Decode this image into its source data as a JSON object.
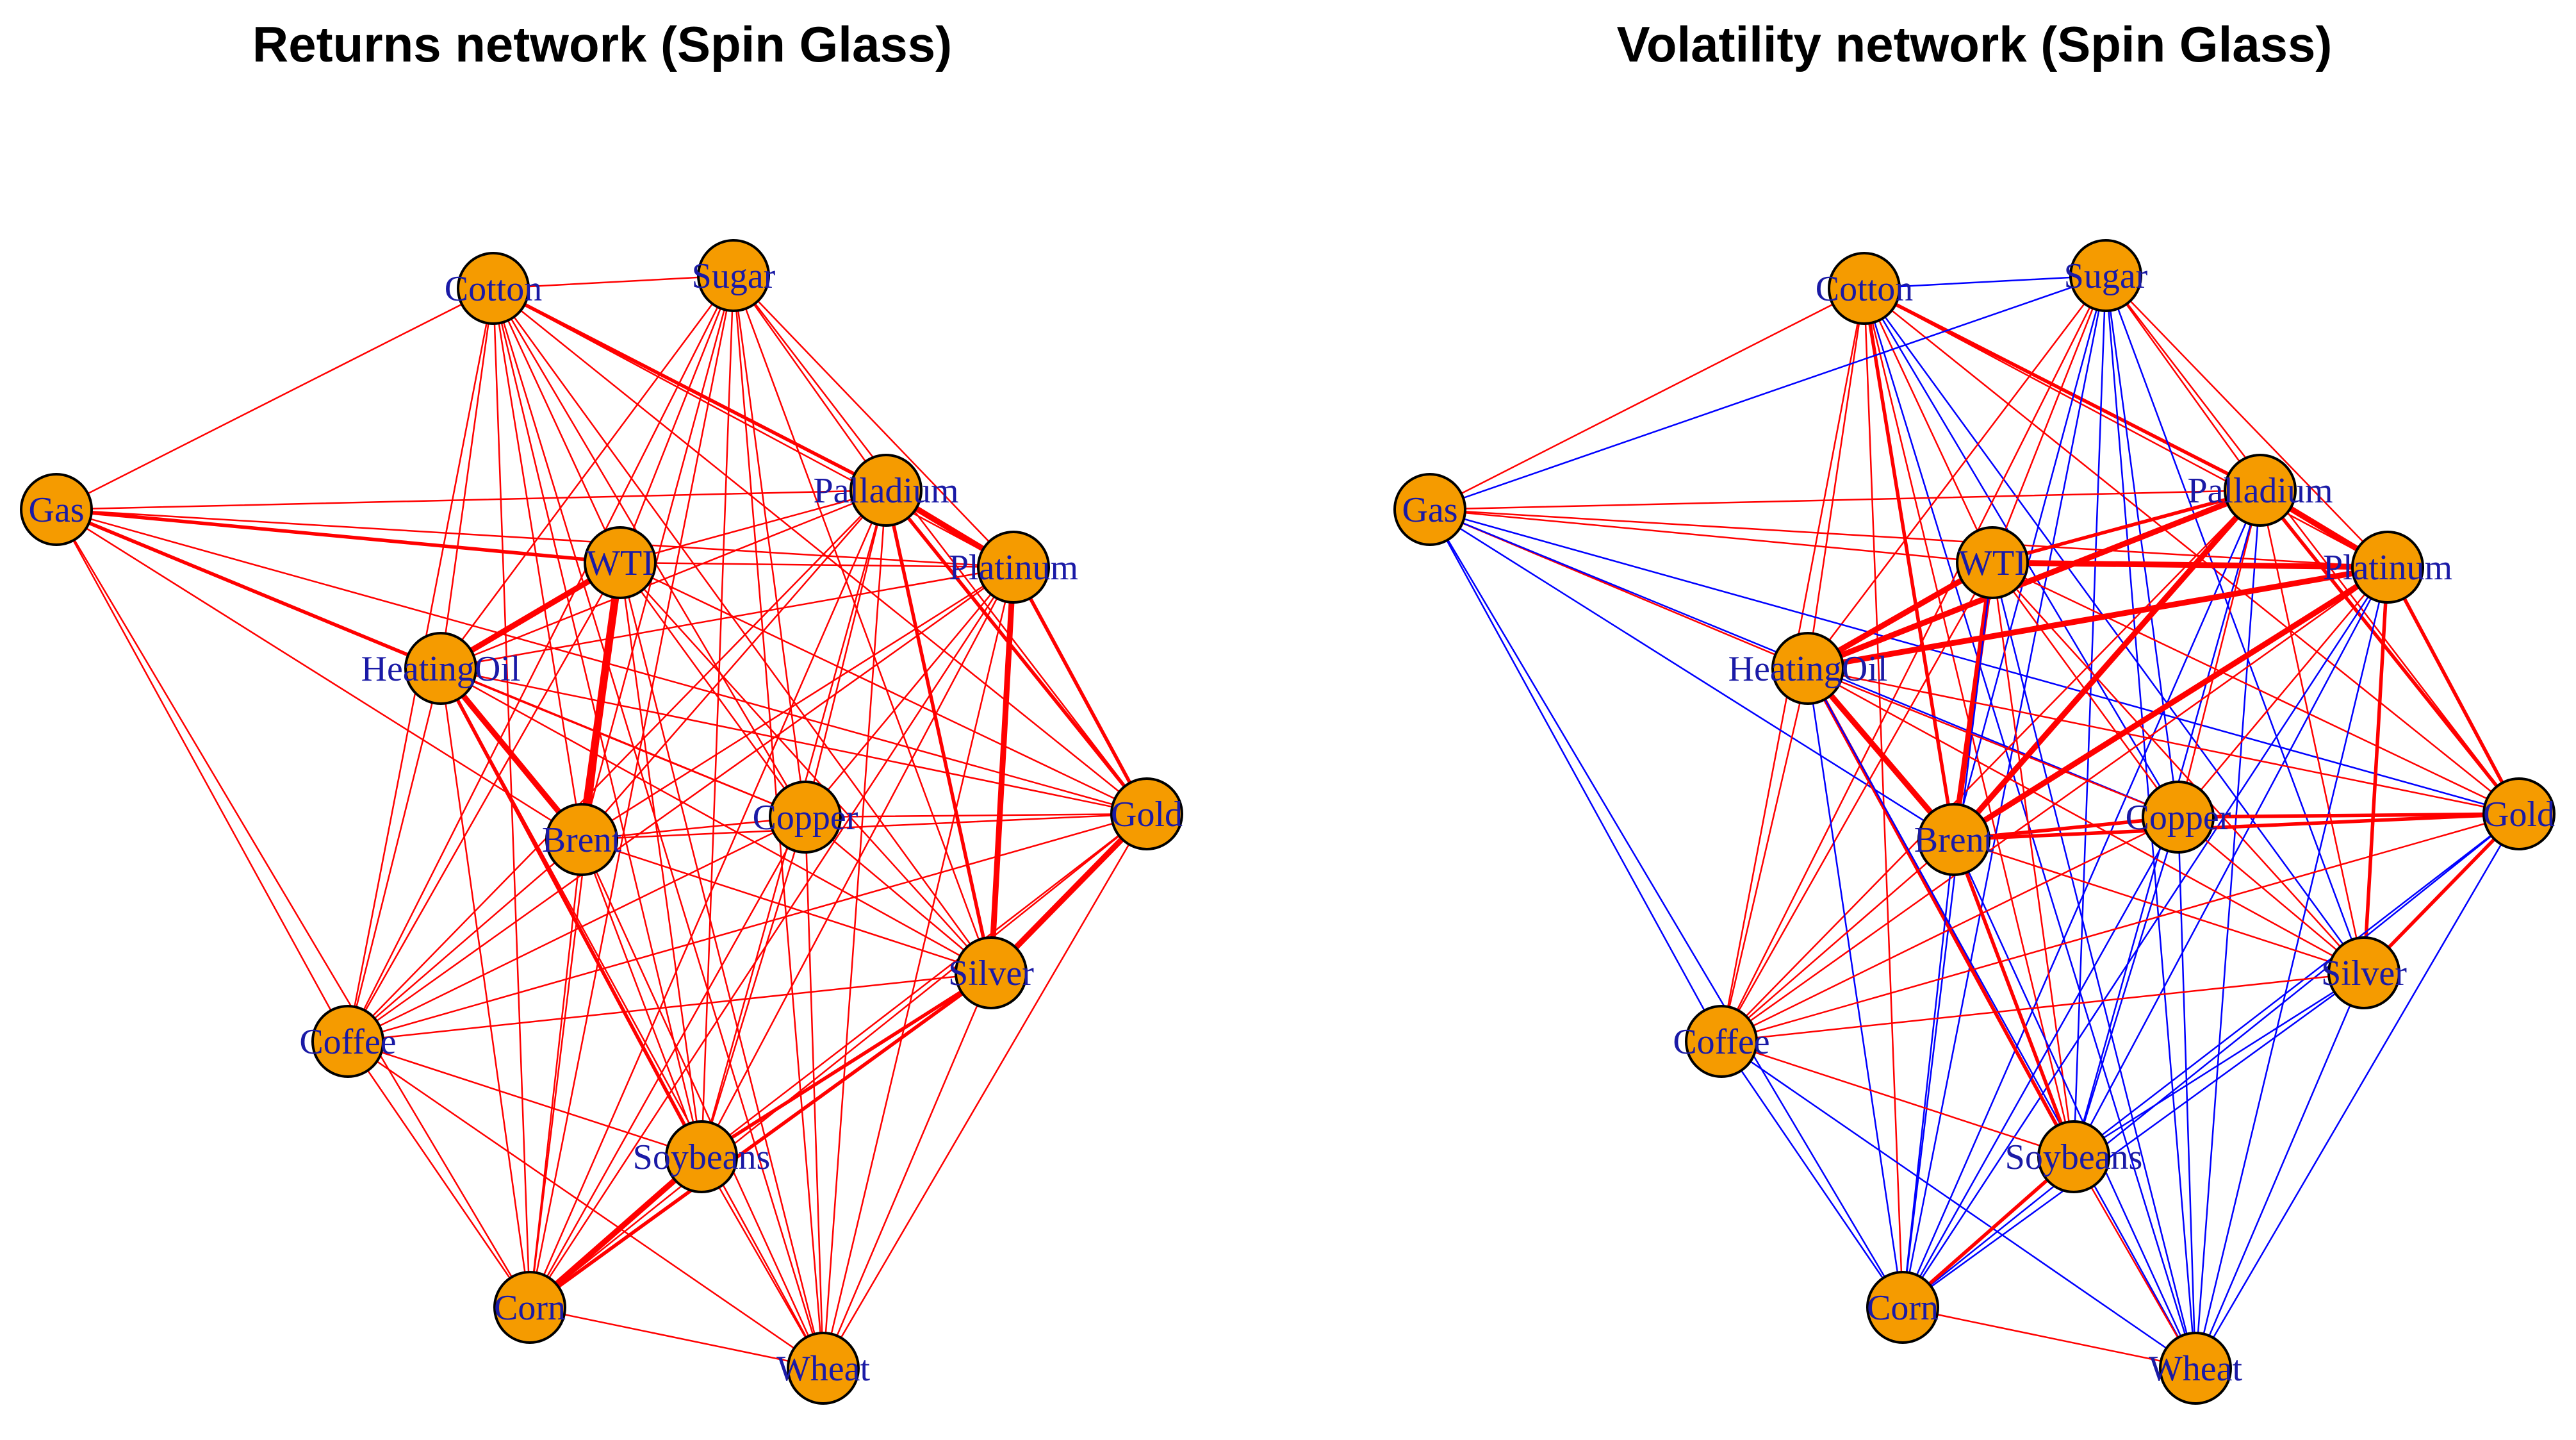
{
  "colors": {
    "positive_edge": "#ff0000",
    "negative_edge": "#0000ff",
    "node_fill": "#f59b00",
    "label": "#1a1aa6"
  },
  "networks": [
    {
      "title": "Returns network (Spin Glass)",
      "nodes": [
        "Cotton",
        "Sugar",
        "Gas",
        "Palladium",
        "WTI",
        "Platinum",
        "HeatingOil",
        "Brent",
        "Copper",
        "Gold",
        "Silver",
        "Coffee",
        "Soybeans",
        "Corn",
        "Wheat"
      ],
      "edges": [
        [
          "Cotton",
          "Sugar",
          1,
          1
        ],
        [
          "Cotton",
          "Gas",
          1,
          1
        ],
        [
          "Cotton",
          "Palladium",
          1,
          2
        ],
        [
          "Cotton",
          "WTI",
          1,
          1
        ],
        [
          "Cotton",
          "Platinum",
          1,
          1
        ],
        [
          "Cotton",
          "HeatingOil",
          1,
          1
        ],
        [
          "Cotton",
          "Brent",
          1,
          1
        ],
        [
          "Cotton",
          "Copper",
          1,
          1
        ],
        [
          "Cotton",
          "Gold",
          1,
          1
        ],
        [
          "Cotton",
          "Silver",
          1,
          1
        ],
        [
          "Cotton",
          "Coffee",
          1,
          1
        ],
        [
          "Cotton",
          "Soybeans",
          1,
          1
        ],
        [
          "Cotton",
          "Corn",
          1,
          1
        ],
        [
          "Cotton",
          "Wheat",
          1,
          1
        ],
        [
          "Sugar",
          "Palladium",
          1,
          1
        ],
        [
          "Sugar",
          "WTI",
          1,
          1
        ],
        [
          "Sugar",
          "Platinum",
          1,
          1
        ],
        [
          "Sugar",
          "HeatingOil",
          1,
          1
        ],
        [
          "Sugar",
          "Brent",
          1,
          1
        ],
        [
          "Sugar",
          "Copper",
          1,
          1
        ],
        [
          "Sugar",
          "Gold",
          1,
          1
        ],
        [
          "Sugar",
          "Silver",
          1,
          1
        ],
        [
          "Sugar",
          "Coffee",
          1,
          1
        ],
        [
          "Sugar",
          "Soybeans",
          1,
          1
        ],
        [
          "Sugar",
          "Corn",
          1,
          1
        ],
        [
          "Sugar",
          "Wheat",
          1,
          1
        ],
        [
          "Gas",
          "Palladium",
          1,
          1
        ],
        [
          "Gas",
          "WTI",
          1,
          2
        ],
        [
          "Gas",
          "Platinum",
          1,
          1
        ],
        [
          "Gas",
          "HeatingOil",
          1,
          2
        ],
        [
          "Gas",
          "Brent",
          1,
          1
        ],
        [
          "Gas",
          "Copper",
          1,
          1
        ],
        [
          "Gas",
          "Gold",
          1,
          1
        ],
        [
          "Gas",
          "Coffee",
          1,
          1
        ],
        [
          "Gas",
          "Corn",
          1,
          1
        ],
        [
          "Palladium",
          "Platinum",
          1,
          3
        ],
        [
          "Palladium",
          "WTI",
          1,
          1
        ],
        [
          "Palladium",
          "HeatingOil",
          1,
          1
        ],
        [
          "Palladium",
          "Brent",
          1,
          1
        ],
        [
          "Palladium",
          "Copper",
          1,
          1
        ],
        [
          "Palladium",
          "Gold",
          1,
          2
        ],
        [
          "Palladium",
          "Silver",
          1,
          2
        ],
        [
          "Palladium",
          "Coffee",
          1,
          1
        ],
        [
          "Palladium",
          "Soybeans",
          1,
          1
        ],
        [
          "Palladium",
          "Corn",
          1,
          1
        ],
        [
          "Palladium",
          "Wheat",
          1,
          1
        ],
        [
          "WTI",
          "HeatingOil",
          1,
          3
        ],
        [
          "WTI",
          "Brent",
          1,
          4
        ],
        [
          "WTI",
          "Platinum",
          1,
          1
        ],
        [
          "WTI",
          "Copper",
          1,
          1
        ],
        [
          "WTI",
          "Gold",
          1,
          1
        ],
        [
          "WTI",
          "Silver",
          1,
          1
        ],
        [
          "WTI",
          "Coffee",
          1,
          1
        ],
        [
          "WTI",
          "Soybeans",
          1,
          1
        ],
        [
          "WTI",
          "Corn",
          1,
          1
        ],
        [
          "WTI",
          "Wheat",
          1,
          1
        ],
        [
          "Platinum",
          "HeatingOil",
          1,
          1
        ],
        [
          "Platinum",
          "Brent",
          1,
          1
        ],
        [
          "Platinum",
          "Copper",
          1,
          1
        ],
        [
          "Platinum",
          "Gold",
          1,
          2
        ],
        [
          "Platinum",
          "Silver",
          1,
          3
        ],
        [
          "Platinum",
          "Coffee",
          1,
          1
        ],
        [
          "Platinum",
          "Soybeans",
          1,
          1
        ],
        [
          "Platinum",
          "Corn",
          1,
          1
        ],
        [
          "Platinum",
          "Wheat",
          1,
          1
        ],
        [
          "HeatingOil",
          "Brent",
          1,
          3
        ],
        [
          "HeatingOil",
          "Copper",
          1,
          1
        ],
        [
          "HeatingOil",
          "Gold",
          1,
          1
        ],
        [
          "HeatingOil",
          "Silver",
          1,
          1
        ],
        [
          "HeatingOil",
          "Coffee",
          1,
          1
        ],
        [
          "HeatingOil",
          "Soybeans",
          1,
          2
        ],
        [
          "HeatingOil",
          "Corn",
          1,
          1
        ],
        [
          "HeatingOil",
          "Wheat",
          1,
          1
        ],
        [
          "Brent",
          "Copper",
          1,
          1
        ],
        [
          "Brent",
          "Gold",
          1,
          1
        ],
        [
          "Brent",
          "Silver",
          1,
          1
        ],
        [
          "Brent",
          "Coffee",
          1,
          1
        ],
        [
          "Brent",
          "Soybeans",
          1,
          1
        ],
        [
          "Brent",
          "Corn",
          1,
          1
        ],
        [
          "Brent",
          "Wheat",
          1,
          1
        ],
        [
          "Copper",
          "Gold",
          1,
          1
        ],
        [
          "Copper",
          "Silver",
          1,
          1
        ],
        [
          "Copper",
          "Coffee",
          1,
          1
        ],
        [
          "Copper",
          "Soybeans",
          1,
          1
        ],
        [
          "Copper",
          "Corn",
          1,
          1
        ],
        [
          "Copper",
          "Wheat",
          1,
          1
        ],
        [
          "Gold",
          "Silver",
          1,
          3
        ],
        [
          "Gold",
          "Coffee",
          1,
          1
        ],
        [
          "Gold",
          "Soybeans",
          1,
          1
        ],
        [
          "Gold",
          "Corn",
          1,
          1
        ],
        [
          "Gold",
          "Wheat",
          1,
          1
        ],
        [
          "Silver",
          "Coffee",
          1,
          1
        ],
        [
          "Silver",
          "Soybeans",
          1,
          2
        ],
        [
          "Silver",
          "Corn",
          1,
          2
        ],
        [
          "Silver",
          "Wheat",
          1,
          1
        ],
        [
          "Coffee",
          "Soybeans",
          1,
          1
        ],
        [
          "Coffee",
          "Corn",
          1,
          1
        ],
        [
          "Coffee",
          "Wheat",
          1,
          1
        ],
        [
          "Soybeans",
          "Corn",
          1,
          3
        ],
        [
          "Soybeans",
          "Wheat",
          1,
          1
        ],
        [
          "Corn",
          "Wheat",
          1,
          1
        ]
      ]
    },
    {
      "title": "Volatility network (Spin Glass)",
      "nodes": [
        "Cotton",
        "Sugar",
        "Gas",
        "Palladium",
        "WTI",
        "Platinum",
        "HeatingOil",
        "Brent",
        "Copper",
        "Gold",
        "Silver",
        "Coffee",
        "Soybeans",
        "Corn",
        "Wheat"
      ],
      "edges": [
        [
          "Cotton",
          "Sugar",
          -1,
          1
        ],
        [
          "Cotton",
          "Gas",
          1,
          1
        ],
        [
          "Cotton",
          "Palladium",
          1,
          2
        ],
        [
          "Cotton",
          "WTI",
          1,
          1
        ],
        [
          "Cotton",
          "Platinum",
          1,
          1
        ],
        [
          "Cotton",
          "HeatingOil",
          1,
          1
        ],
        [
          "Cotton",
          "Brent",
          1,
          2
        ],
        [
          "Cotton",
          "Copper",
          -1,
          1
        ],
        [
          "Cotton",
          "Gold",
          1,
          1
        ],
        [
          "Cotton",
          "Silver",
          -1,
          1
        ],
        [
          "Cotton",
          "Coffee",
          1,
          1
        ],
        [
          "Cotton",
          "Soybeans",
          1,
          1
        ],
        [
          "Cotton",
          "Corn",
          1,
          1
        ],
        [
          "Cotton",
          "Wheat",
          -1,
          1
        ],
        [
          "Sugar",
          "Gas",
          -1,
          1
        ],
        [
          "Sugar",
          "Palladium",
          1,
          1
        ],
        [
          "Sugar",
          "WTI",
          1,
          1
        ],
        [
          "Sugar",
          "Platinum",
          1,
          1
        ],
        [
          "Sugar",
          "HeatingOil",
          1,
          1
        ],
        [
          "Sugar",
          "Brent",
          -1,
          1
        ],
        [
          "Sugar",
          "Copper",
          -1,
          1
        ],
        [
          "Sugar",
          "Gold",
          1,
          1
        ],
        [
          "Sugar",
          "Silver",
          -1,
          1
        ],
        [
          "Sugar",
          "Coffee",
          1,
          1
        ],
        [
          "Sugar",
          "Soybeans",
          -1,
          1
        ],
        [
          "Sugar",
          "Corn",
          -1,
          1
        ],
        [
          "Sugar",
          "Wheat",
          -1,
          1
        ],
        [
          "Gas",
          "Palladium",
          1,
          1
        ],
        [
          "Gas",
          "WTI",
          1,
          1
        ],
        [
          "Gas",
          "Platinum",
          1,
          1
        ],
        [
          "Gas",
          "HeatingOil",
          1,
          1
        ],
        [
          "Gas",
          "Brent",
          -1,
          1
        ],
        [
          "Gas",
          "Copper",
          -1,
          1
        ],
        [
          "Gas",
          "Gold",
          -1,
          1
        ],
        [
          "Gas",
          "Coffee",
          -1,
          1
        ],
        [
          "Gas",
          "Corn",
          -1,
          1
        ],
        [
          "Palladium",
          "Platinum",
          1,
          3
        ],
        [
          "Palladium",
          "WTI",
          1,
          2
        ],
        [
          "Palladium",
          "HeatingOil",
          1,
          3
        ],
        [
          "Palladium",
          "Brent",
          1,
          3
        ],
        [
          "Palladium",
          "Copper",
          1,
          1
        ],
        [
          "Palladium",
          "Gold",
          1,
          2
        ],
        [
          "Palladium",
          "Silver",
          1,
          1
        ],
        [
          "Palladium",
          "Coffee",
          1,
          1
        ],
        [
          "Palladium",
          "Soybeans",
          -1,
          1
        ],
        [
          "Palladium",
          "Corn",
          -1,
          1
        ],
        [
          "Palladium",
          "Wheat",
          -1,
          1
        ],
        [
          "WTI",
          "HeatingOil",
          1,
          3
        ],
        [
          "WTI",
          "Brent",
          1,
          3
        ],
        [
          "WTI",
          "Platinum",
          1,
          3
        ],
        [
          "WTI",
          "Copper",
          1,
          1
        ],
        [
          "WTI",
          "Gold",
          1,
          1
        ],
        [
          "WTI",
          "Silver",
          1,
          1
        ],
        [
          "WTI",
          "Coffee",
          1,
          1
        ],
        [
          "WTI",
          "Soybeans",
          1,
          1
        ],
        [
          "WTI",
          "Corn",
          -1,
          1
        ],
        [
          "WTI",
          "Wheat",
          -1,
          1
        ],
        [
          "Platinum",
          "HeatingOil",
          1,
          3
        ],
        [
          "Platinum",
          "Brent",
          1,
          3
        ],
        [
          "Platinum",
          "Copper",
          1,
          1
        ],
        [
          "Platinum",
          "Gold",
          1,
          2
        ],
        [
          "Platinum",
          "Silver",
          1,
          2
        ],
        [
          "Platinum",
          "Coffee",
          1,
          1
        ],
        [
          "Platinum",
          "Soybeans",
          -1,
          1
        ],
        [
          "Platinum",
          "Corn",
          -1,
          1
        ],
        [
          "Platinum",
          "Wheat",
          -1,
          1
        ],
        [
          "HeatingOil",
          "Brent",
          1,
          3
        ],
        [
          "HeatingOil",
          "Copper",
          1,
          1
        ],
        [
          "HeatingOil",
          "Gold",
          1,
          1
        ],
        [
          "HeatingOil",
          "Silver",
          1,
          1
        ],
        [
          "HeatingOil",
          "Coffee",
          1,
          1
        ],
        [
          "HeatingOil",
          "Soybeans",
          1,
          2
        ],
        [
          "HeatingOil",
          "Corn",
          -1,
          1
        ],
        [
          "HeatingOil",
          "Wheat",
          -1,
          1
        ],
        [
          "Brent",
          "Copper",
          1,
          2
        ],
        [
          "Brent",
          "Gold",
          1,
          2
        ],
        [
          "Brent",
          "Silver",
          1,
          1
        ],
        [
          "Brent",
          "Coffee",
          1,
          1
        ],
        [
          "Brent",
          "Soybeans",
          1,
          2
        ],
        [
          "Brent",
          "Corn",
          -1,
          1
        ],
        [
          "Brent",
          "Wheat",
          -1,
          1
        ],
        [
          "Copper",
          "Gold",
          1,
          2
        ],
        [
          "Copper",
          "Silver",
          1,
          1
        ],
        [
          "Copper",
          "Coffee",
          1,
          1
        ],
        [
          "Copper",
          "Soybeans",
          -1,
          1
        ],
        [
          "Copper",
          "Corn",
          -1,
          1
        ],
        [
          "Copper",
          "Wheat",
          -1,
          1
        ],
        [
          "Gold",
          "Silver",
          1,
          2
        ],
        [
          "Gold",
          "Coffee",
          1,
          1
        ],
        [
          "Gold",
          "Soybeans",
          -1,
          1
        ],
        [
          "Gold",
          "Corn",
          -1,
          1
        ],
        [
          "Gold",
          "Wheat",
          -1,
          1
        ],
        [
          "Silver",
          "Coffee",
          1,
          1
        ],
        [
          "Silver",
          "Soybeans",
          -1,
          1
        ],
        [
          "Silver",
          "Corn",
          -1,
          1
        ],
        [
          "Silver",
          "Wheat",
          -1,
          1
        ],
        [
          "Coffee",
          "Soybeans",
          1,
          1
        ],
        [
          "Coffee",
          "Corn",
          -1,
          1
        ],
        [
          "Coffee",
          "Wheat",
          -1,
          1
        ],
        [
          "Soybeans",
          "Corn",
          1,
          2
        ],
        [
          "Soybeans",
          "Wheat",
          1,
          1
        ],
        [
          "Corn",
          "Wheat",
          1,
          1
        ]
      ]
    }
  ]
}
